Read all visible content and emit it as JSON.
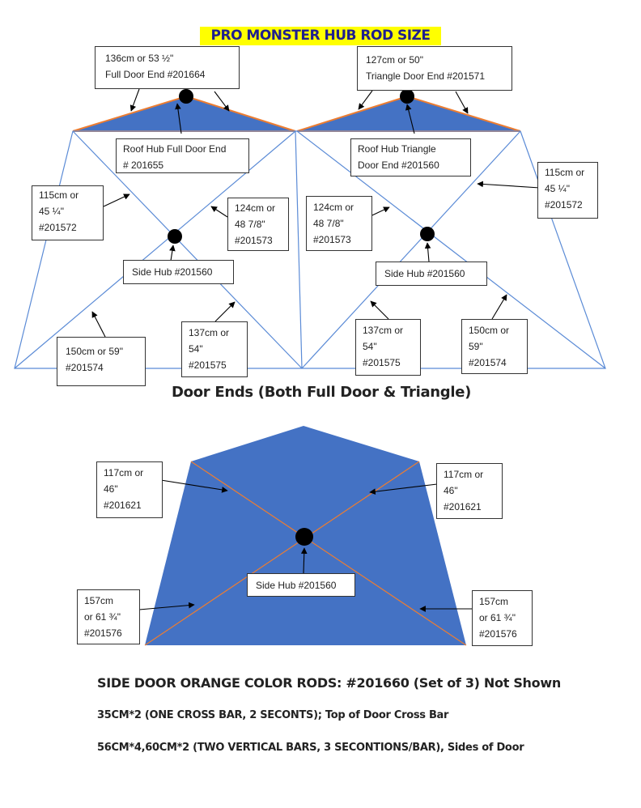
{
  "title": "PRO MONSTER HUB ROD SIZE",
  "section_title": "Door Ends (Both Full Door & Triangle)",
  "colors": {
    "canopy_fill": "#4472c4",
    "frame_line": "#5b8bd6",
    "orange_rod": "#ed7d31",
    "hub": "#000000",
    "title_highlight": "#ffff00"
  },
  "labels": {
    "full_door_end": [
      "136cm or 53 ½\"",
      "Full Door End #201664"
    ],
    "triangle_door_end": [
      "127cm or 50\"",
      "Triangle  Door End #201571"
    ],
    "roof_hub_full": [
      "Roof Hub Full Door End",
      "# 201655"
    ],
    "roof_hub_triangle": [
      "Roof  Hub  Triangle",
      "Door End #201560"
    ],
    "left_115": [
      "115cm    or",
      "45 ¼\"",
      "#201572"
    ],
    "right_115": [
      "115cm or",
      "45  ¼\"",
      "#201572"
    ],
    "left_124": [
      "124cm or",
      "48   7/8\"",
      "#201573"
    ],
    "right_124": [
      "124cm  or",
      "48   7/8\"",
      "#201573"
    ],
    "side_hub_left": [
      "Side Hub #201560"
    ],
    "side_hub_right": [
      "Side Hub #201560"
    ],
    "left_150": [
      "150cm  or  59\"",
      "#201574"
    ],
    "right_150": [
      "150cm   or",
      "59\"",
      "#201574"
    ],
    "left_137": [
      "137cm   or",
      "54\"",
      "#201575"
    ],
    "right_137": [
      "137cm  or",
      "54\"",
      "#201575"
    ],
    "side_117_left": [
      "117cm   or",
      "46\"",
      "#201621"
    ],
    "side_117_right": [
      "117cm  or",
      "46\"",
      "#201621"
    ],
    "side_hub_bottom": [
      "Side Hub #201560"
    ],
    "side_157_left": [
      "157cm",
      "or  61 ¾\"",
      "#201576"
    ],
    "side_157_right": [
      "157cm",
      "or  61 ¾\"",
      "#201576"
    ]
  },
  "notes": {
    "heading": "SIDE DOOR ORANGE COLOR RODS: #201660 (Set of 3) Not Shown",
    "line1": "35CM*2 (ONE CROSS BAR, 2 SECONTS); Top of Door Cross Bar",
    "line2": "56CM*4,60CM*2 (TWO VERTICAL BARS, 3 SECONTIONS/BAR), Sides of Door"
  }
}
